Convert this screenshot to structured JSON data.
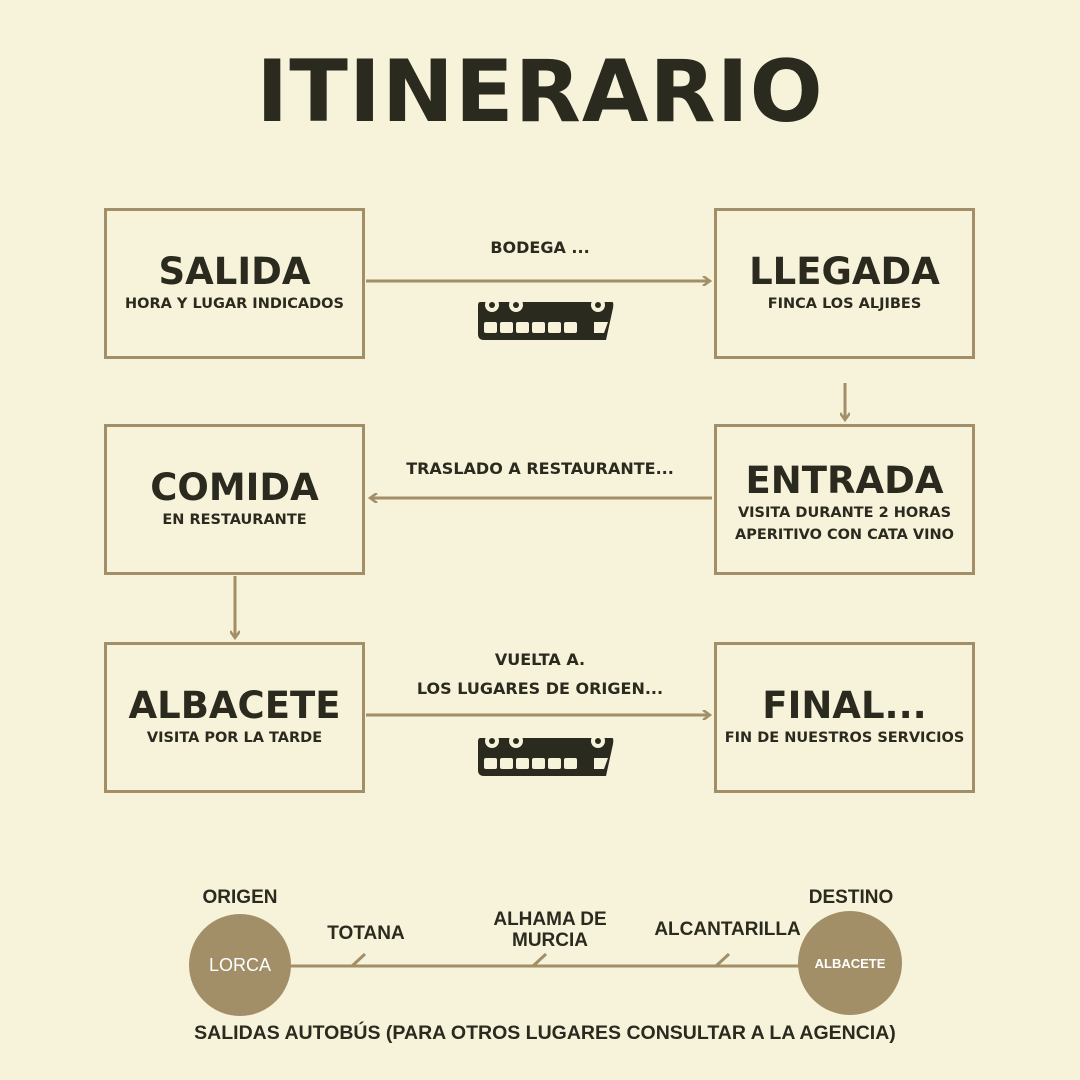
{
  "title": "ITINERARIO",
  "steps": [
    {
      "title": "SALIDA",
      "sub": [
        "HORA Y LUGAR INDICADOS"
      ]
    },
    {
      "title": "LLEGADA",
      "sub": [
        "FINCA LOS ALJIBES"
      ]
    },
    {
      "title": "ENTRADA",
      "sub": [
        "VISITA DURANTE 2 HORAS",
        "APERITIVO CON CATA VINO"
      ]
    },
    {
      "title": "COMIDA",
      "sub": [
        "EN RESTAURANTE"
      ]
    },
    {
      "title": "ALBACETE",
      "sub": [
        "VISITA POR LA TARDE"
      ]
    },
    {
      "title": "FINAL...",
      "sub": [
        "FIN DE NUESTROS SERVICIOS"
      ]
    }
  ],
  "connectors": {
    "c1": "BODEGA ...",
    "c2": "TRASLADO A RESTAURANTE...",
    "c3a": "VUELTA A.",
    "c3b": "LOS LUGARES DE ORIGEN..."
  },
  "icons": [
    "bus-icon",
    "bus-icon"
  ],
  "route": {
    "origin_label": "ORIGEN",
    "origin": "LORCA",
    "dest_label": "DESTINO",
    "dest": "ALBACETE",
    "stops": [
      "TOTANA",
      "ALHAMA DE",
      "MURCIA",
      "ALCANTARILLA"
    ],
    "note": "SALIDAS AUTOBÚS (PARA OTROS LUGARES CONSULTAR A LA AGENCIA)"
  },
  "colors": {
    "bg": "#f7f2da",
    "dark": "#2b2a1e",
    "accent": "#a28f68"
  }
}
